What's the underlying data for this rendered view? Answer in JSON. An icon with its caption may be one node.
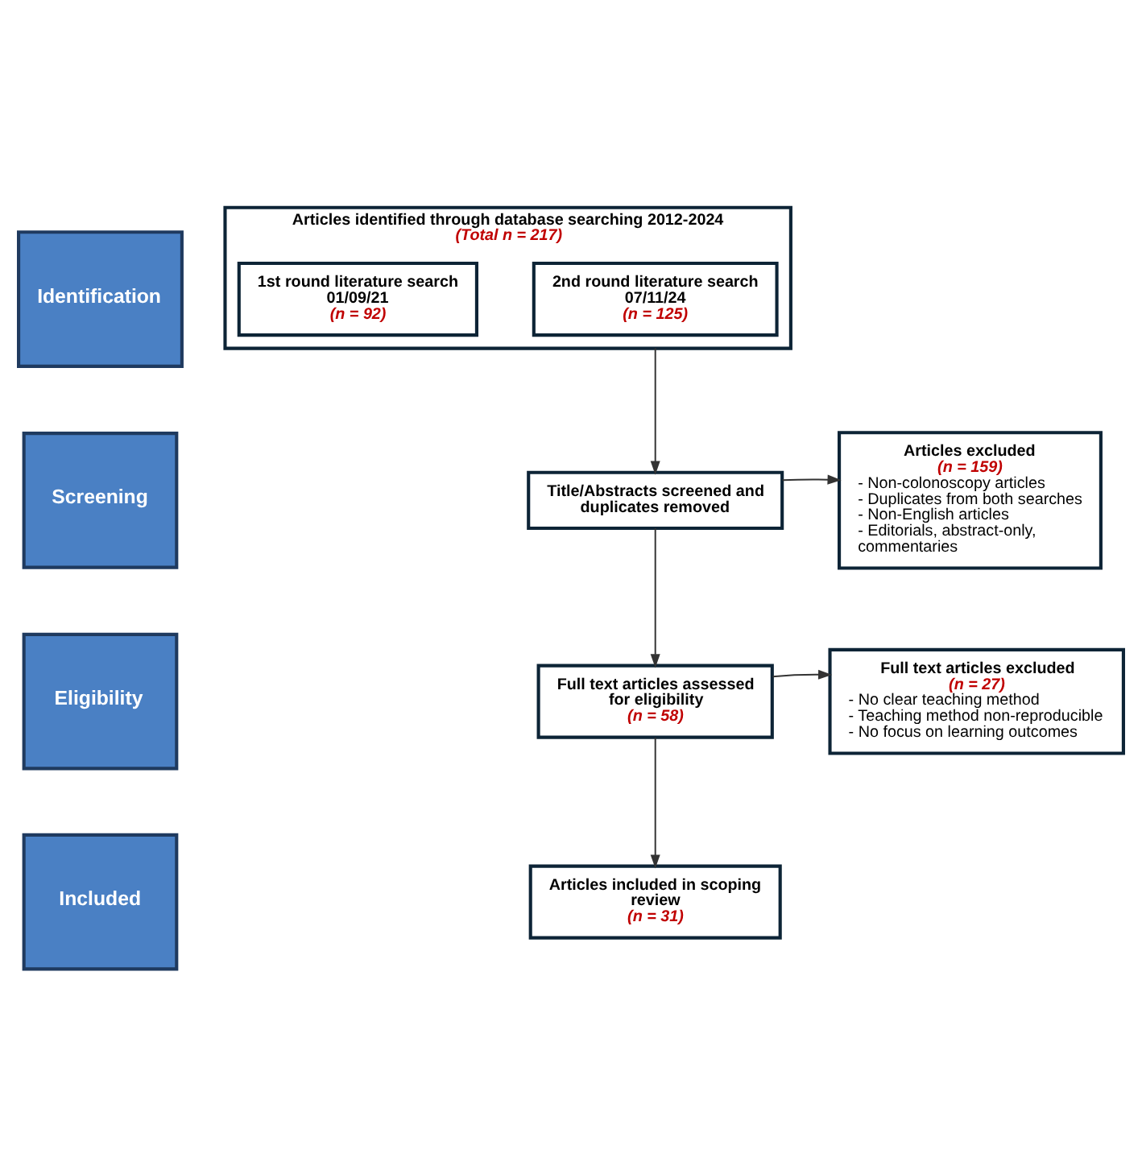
{
  "diagram": {
    "nodes": [
      {
        "text": [
          "Identification"
        ]
      },
      {
        "text": [
          "Articles identified through database searching 2012-2024",
          "(Total n = 217)"
        ]
      },
      {
        "text": [
          "1st round literature search 01/09/21",
          "(n = 92)"
        ],
        "in": 1
      },
      {
        "text": [
          "2nd round literature search 07/11/24",
          "(n = 125)"
        ],
        "in": 1
      },
      {
        "text": [
          "Screening"
        ]
      },
      {
        "text": [
          "Title/Abstracts screened and duplicates removed"
        ]
      },
      {
        "text": [
          "Articles excluded",
          "(n = 159)",
          "- Non-colonoscopy articles",
          "- Duplicates from both searches",
          "- Non-English articles",
          "- Editorials, abstract-only, commentaries"
        ]
      },
      {
        "text": [
          "Eligibility"
        ]
      },
      {
        "text": [
          "Full text articles assessed for eligibility",
          "(n = 58)"
        ]
      },
      {
        "text": [
          "Full text articles excluded",
          "(n = 27)",
          "- No clear teaching method",
          "- Teaching method non-reproducible",
          "- No focus on learning outcomes"
        ]
      },
      {
        "text": [
          "Included"
        ]
      },
      {
        "text": [
          "Articles included in scoping review",
          "(n = 31)"
        ]
      }
    ],
    "edges": [
      {
        "from": 1,
        "to": 5,
        "arrow": "to"
      },
      {
        "from": 5,
        "to": 6,
        "arrow": "to"
      },
      {
        "from": 5,
        "to": 8,
        "arrow": "to"
      },
      {
        "from": 8,
        "to": 9,
        "arrow": "to"
      },
      {
        "from": 8,
        "to": 11,
        "arrow": "to"
      }
    ]
  }
}
